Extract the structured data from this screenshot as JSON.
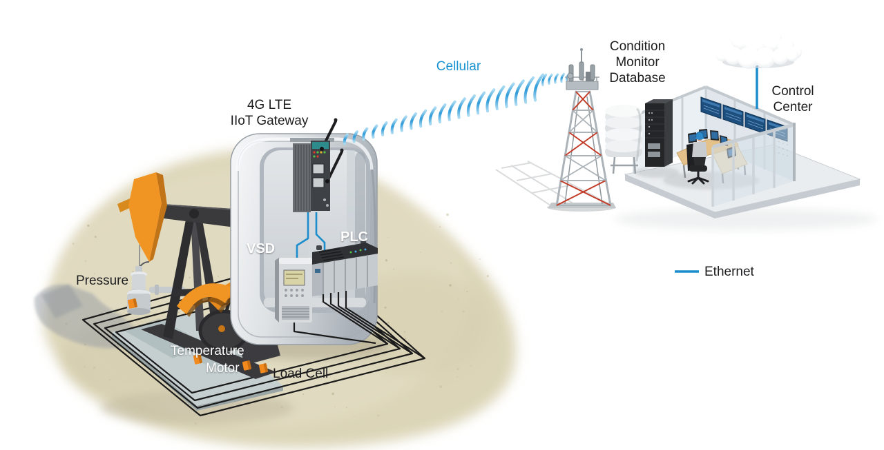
{
  "labels": {
    "gateway_line1": "4G LTE",
    "gateway_line2": "IIoT Gateway",
    "cellular": "Cellular",
    "vsd": "VSD",
    "plc": "PLC",
    "pressure": "Pressure",
    "temperature": "Temperature",
    "motor": "Motor",
    "load_cell": "Load Cell",
    "condition_line1": "Condition",
    "condition_line2": "Monitor",
    "condition_line3": "Database",
    "control_line1": "Control",
    "control_line2": "Center",
    "ethernet": "Ethernet"
  },
  "legend": {
    "label": "Ethernet",
    "color": "#1B8DCC"
  },
  "colors": {
    "link_blue": "#1B8DCC",
    "wave_blue": "#2D9AD8",
    "cellular_text_blue": "#1893D0",
    "sensor_orange": "#F28A1E",
    "pump_orange": "#F09423",
    "tower_red": "#C23B27",
    "text_black": "#1C1C1E",
    "sand": "#DCD5B8"
  },
  "icons": [
    "pump-jack-icon",
    "wellhead-icon",
    "pressure-sensor-icon",
    "temperature-sensor-icon",
    "motor-sensor-icon",
    "load-cell-sensor-icon",
    "equipment-cabinet-icon",
    "iiot-gateway-icon",
    "vsd-drive-icon",
    "plc-icon",
    "cellular-waves-icon",
    "cell-tower-icon",
    "database-icon",
    "server-rack-icon",
    "control-room-icon",
    "operator-icon",
    "cloud-icon"
  ]
}
